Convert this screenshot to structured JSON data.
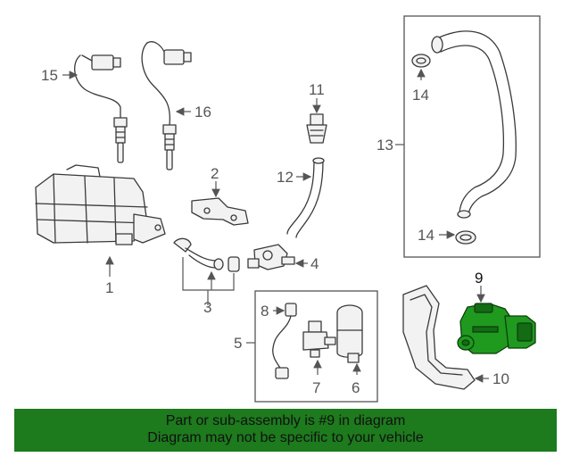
{
  "callouts": {
    "c1": "1",
    "c2": "2",
    "c3": "3",
    "c4": "4",
    "c5": "5",
    "c6": "6",
    "c7": "7",
    "c8": "8",
    "c9": "9",
    "c10": "10",
    "c11": "11",
    "c12": "12",
    "c13": "13",
    "c14a": "14",
    "c14b": "14",
    "c15": "15",
    "c16": "16"
  },
  "highlighted_part": "9",
  "colors": {
    "highlight": "#1f9a1f",
    "banner": "#1d7a1d"
  },
  "banner": {
    "line1": "Part or sub-assembly is #9 in diagram",
    "line2": "Diagram may not be specific to your vehicle"
  }
}
